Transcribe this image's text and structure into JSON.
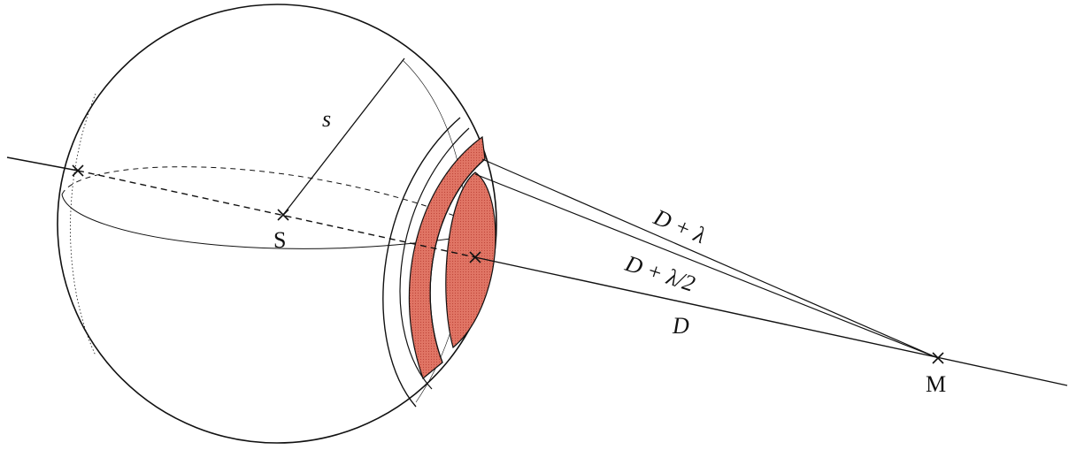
{
  "labels": {
    "radius": "s",
    "center": "S",
    "point": "M",
    "path_far": "D + λ",
    "path_mid": "D + λ/2",
    "path_near": "D"
  },
  "colors": {
    "zone_fill": "#e07565",
    "zone_edge": "#c0463a",
    "ink": "#111111"
  }
}
